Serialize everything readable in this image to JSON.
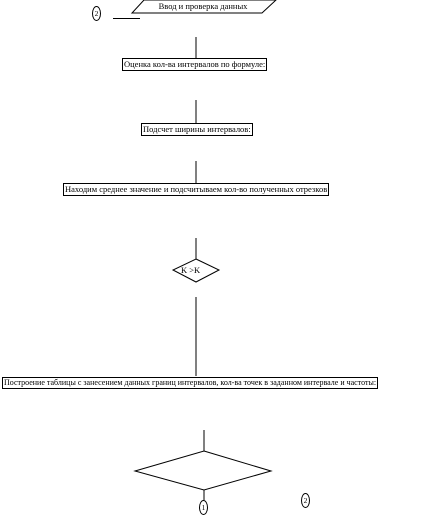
{
  "io_block": {
    "label": "Ввод и проверка данных"
  },
  "blocks": [
    {
      "id": "estimate",
      "label": "Оценка кол-ва интервалов по формуле:"
    },
    {
      "id": "width",
      "label": "Подсчет ширины интервалов:"
    },
    {
      "id": "mean",
      "label": "Находим среднее значение и подсчитываем кол-во полученных отрезков"
    },
    {
      "id": "table",
      "label": "Построение таблицы с занесением данных границ интервалов, кол-ва точек в заданном интервале и частоты:"
    }
  ],
  "decision": {
    "label": "K  >K"
  },
  "connectors": {
    "top_left": "2",
    "bottom_center": "1",
    "bottom_right": "2"
  }
}
